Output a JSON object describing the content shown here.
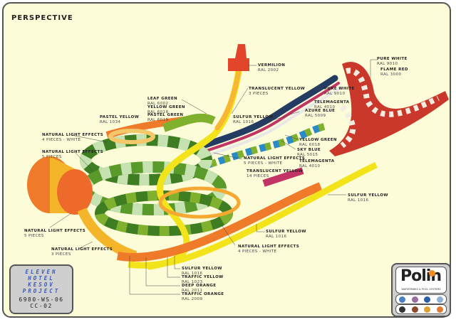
{
  "title": "PERSPECTIVE",
  "project": {
    "name_lines": [
      "ELEVEN",
      "HOTEL",
      "KESOV",
      "PROJECT"
    ],
    "code_lines": [
      "6980-WS-06",
      "CC-02"
    ]
  },
  "logo": {
    "brand": "Polin",
    "tagline": "WATERPARKS & POOL SYSTEMS"
  },
  "labels": [
    {
      "title": "VERMILION",
      "sub": "RAL 2002"
    },
    {
      "title": "TRANSLUCENT YELLOW",
      "sub": "3 PIECES"
    },
    {
      "title": "LEAF GREEN",
      "sub": "RAL 6002"
    },
    {
      "title": "YELLOW GREEN",
      "sub": "RAL 6018"
    },
    {
      "title": "PASTEL GREEN",
      "sub": "RAL 6019"
    },
    {
      "title": "PASTEL YELLOW",
      "sub": "RAL 1034"
    },
    {
      "title": "SULFUR YELLOW",
      "sub": "RAL 1016"
    },
    {
      "title": "PURE WHITE",
      "sub": "RAL 9010"
    },
    {
      "title": "TELEMAGENTA",
      "sub": "RAL 4010"
    },
    {
      "title": "AZURE BLUE",
      "sub": "RAL 5009"
    },
    {
      "title": "PURE WHITE",
      "sub": "RAL 9010"
    },
    {
      "title": "FLAME RED",
      "sub": "RAL 3000"
    },
    {
      "title": "YELLOW GREEN",
      "sub": "RAL 6018"
    },
    {
      "title": "SKY BLUE",
      "sub": "RAL 5015"
    },
    {
      "title": "NATURAL LIGHT EFFECTS",
      "sub": "5 PIECES - WHITE"
    },
    {
      "title": "TELEMAGENTA",
      "sub": "RAL 4010"
    },
    {
      "title": "TRANSLUCENT YELLOW",
      "sub": "14 PIECES"
    },
    {
      "title": "NATURAL LIGHT EFFECTS",
      "sub": "4 PIECES - WHITE"
    },
    {
      "title": "NATURAL LIGHT EFFECTS",
      "sub": "5 PIECES"
    },
    {
      "title": "SULFUR YELLOW",
      "sub": "RAL 1016"
    },
    {
      "title": "SULFUR YELLOW",
      "sub": "RAL 1016"
    },
    {
      "title": "NATURAL LIGHT EFFECTS",
      "sub": "4 PIECES - WHITE"
    },
    {
      "title": "NATURAL LIGHT EFFECTS",
      "sub": "5 PIECES"
    },
    {
      "title": "NATURAL LIGHT EFFECTS",
      "sub": "3 PIECES"
    },
    {
      "title": "SULFUR YELLOW",
      "sub": "RAL 1016"
    },
    {
      "title": "TRAFFIC YELLOW",
      "sub": "RAL 1023"
    },
    {
      "title": "DEEP ORANGE",
      "sub": "RAL 2011"
    },
    {
      "title": "TRAFFIC ORANGE",
      "sub": "RAL 2009"
    }
  ],
  "colors": {
    "background": "#fdfcd9",
    "vermilion": "#e2452a",
    "sulfur_yellow": "#f2e31a",
    "leaf_green": "#3f7d22",
    "yellow_green": "#7fb02e",
    "pastel_green": "#c5e2b0",
    "telemagenta": "#c23366",
    "azure_blue": "#243b62",
    "sky_blue": "#2a8bc8",
    "flame_red": "#c9382a",
    "orange": "#ee7a2a"
  }
}
